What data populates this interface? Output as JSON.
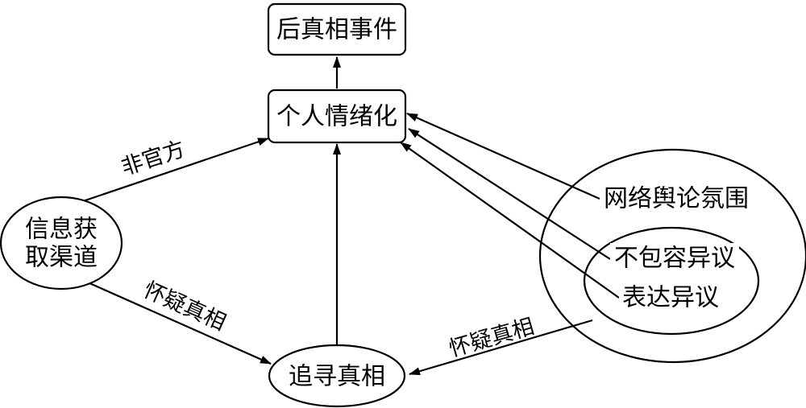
{
  "nodes": {
    "post_truth_event": "后真相事件",
    "personal_emotion": "个人情绪化",
    "info_channel_line1": "信息获",
    "info_channel_line2": "取渠道",
    "seek_truth": "追寻真相",
    "network_atmosphere": "网络舆论氛围",
    "intolerant_dissent": "不包容异议",
    "express_dissent": "表达异议"
  },
  "edges": {
    "unofficial": "非官方",
    "doubt_truth_left": "怀疑真相",
    "doubt_truth_right": "怀疑真相"
  },
  "colors": {
    "stroke": "#000000",
    "background": "#ffffff"
  }
}
